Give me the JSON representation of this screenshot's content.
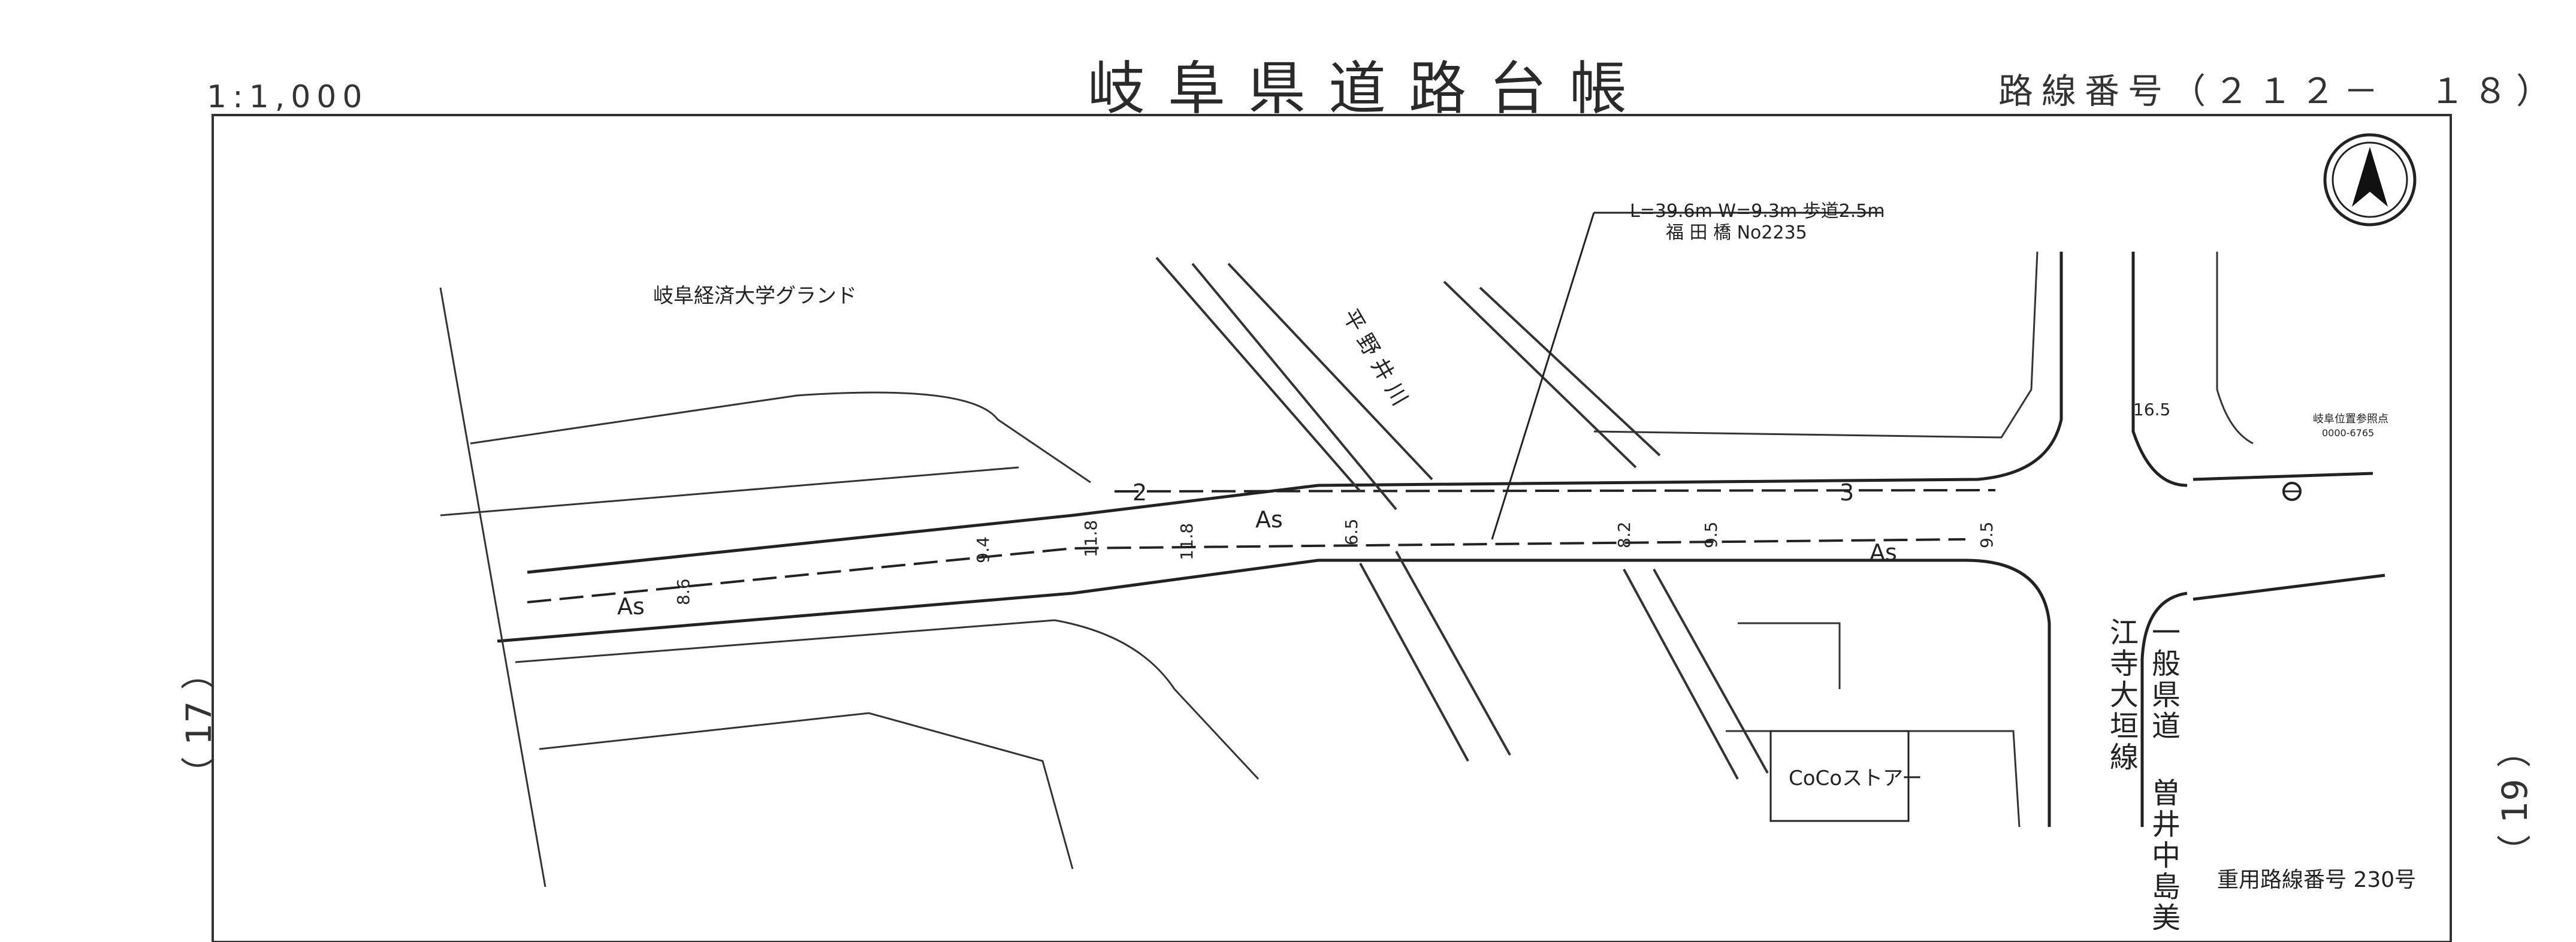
{
  "header": {
    "title": "岐阜県道路台帳",
    "scale": "1:1,000",
    "route_number": "路線番号（２１２－　１８）"
  },
  "sheet_refs": {
    "left": "（ 17 ）",
    "right": "（ 19 ）"
  },
  "map": {
    "labels": {
      "university": "岐阜経済大学グランド",
      "bridge_spec": "L=39.6m W=9.3m 歩道2.5m",
      "bridge_name": "福 田 橋 No2235",
      "river": "平 野 井 川",
      "store": "CoCoストアー",
      "crossing_road": "一般県道 曽井中島美江寺大垣線",
      "duplicate_route": "重用路線番号 230号",
      "benchmark": "岐阜位置参照点",
      "benchmark_no": "0000-6765",
      "surface_left": "As",
      "surface_mid": "As",
      "surface_right": "As",
      "marker_2": "2",
      "marker_3": "3"
    },
    "widths": [
      "8.6",
      "9.4",
      "11.8",
      "11.8",
      "6.5",
      "8.2",
      "9.5",
      "9.5",
      "16.5"
    ],
    "icons": [
      "north-arrow-icon"
    ]
  }
}
